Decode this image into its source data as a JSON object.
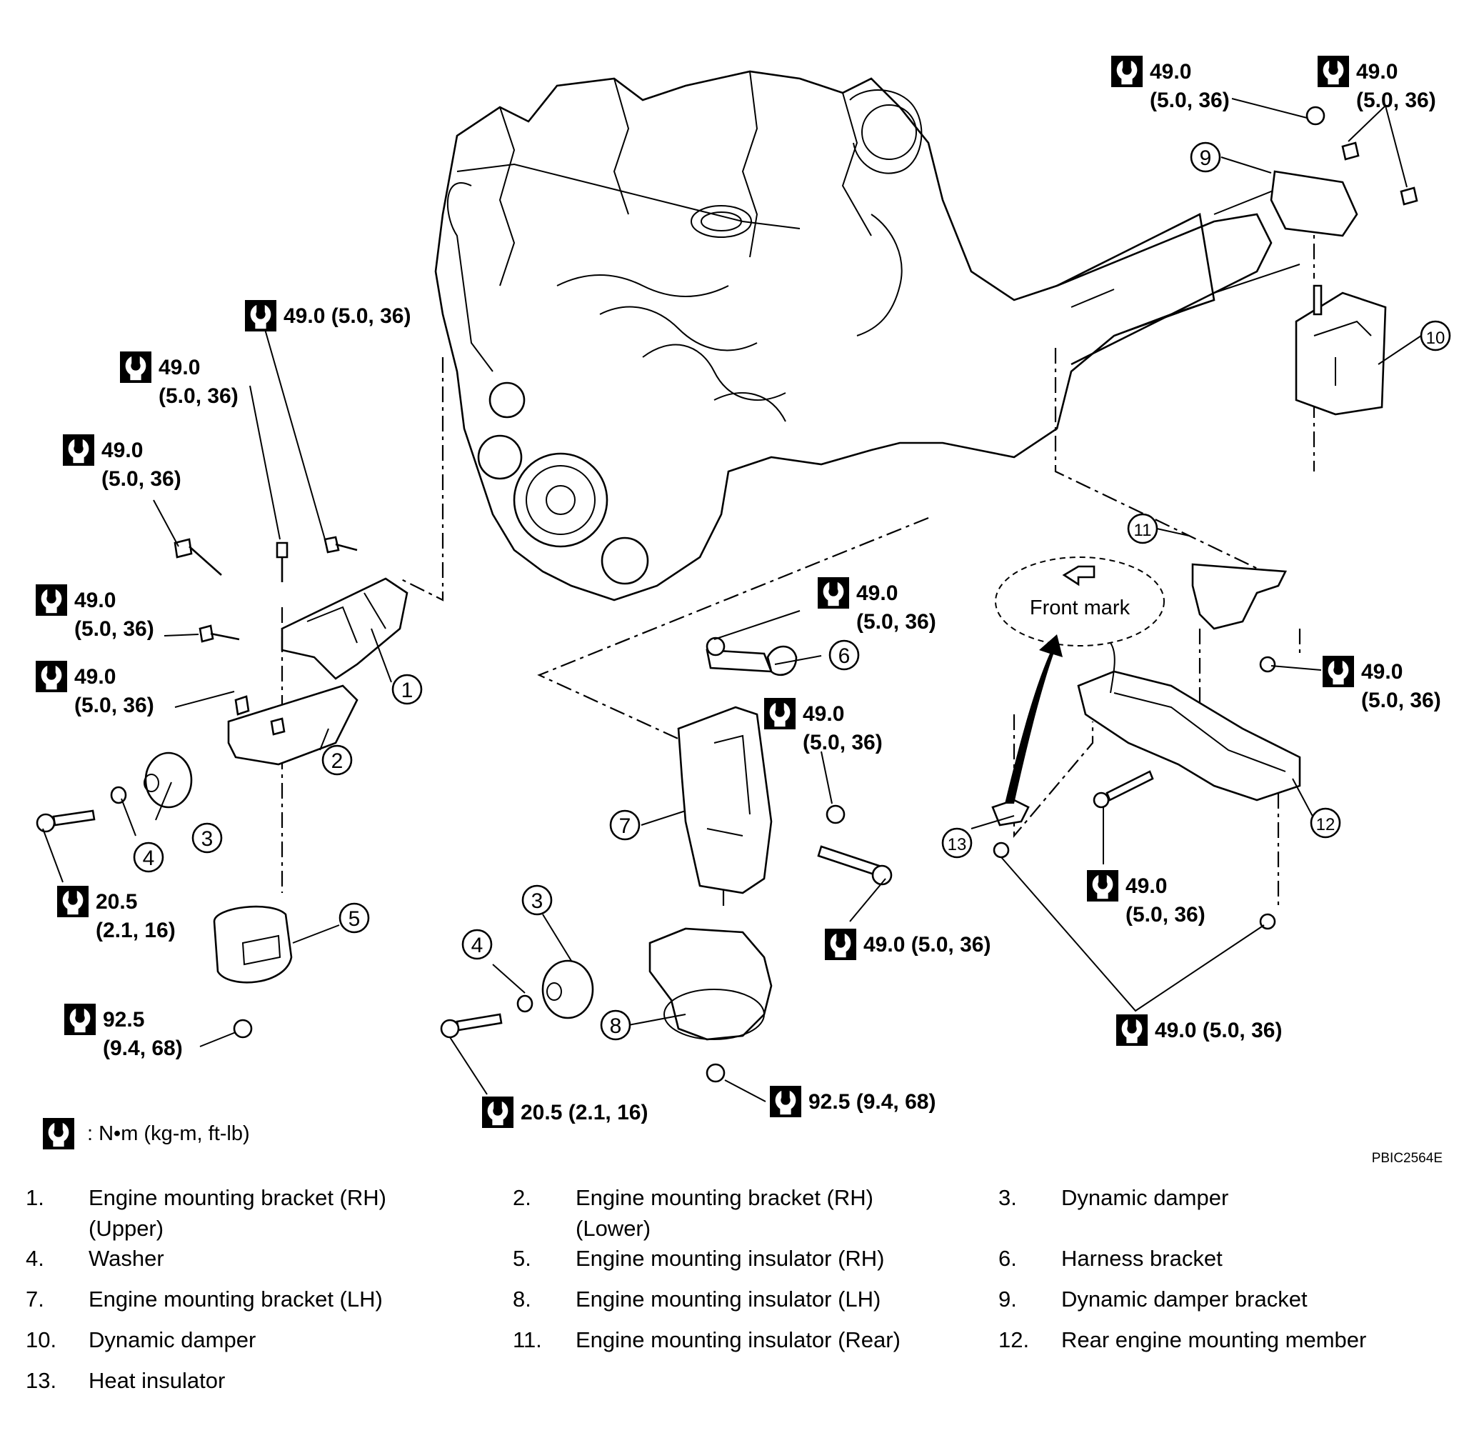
{
  "torque_callouts": [
    {
      "line1": "49.0",
      "line2": "(5.0, 36)"
    },
    {
      "line1": "49.0",
      "line2": "(5.0, 36)"
    },
    {
      "line1": "49.0 (5.0, 36)",
      "line2": ""
    },
    {
      "line1": "49.0",
      "line2": "(5.0, 36)"
    },
    {
      "line1": "49.0",
      "line2": "(5.0, 36)"
    },
    {
      "line1": "49.0",
      "line2": "(5.0, 36)"
    },
    {
      "line1": "49.0",
      "line2": "(5.0, 36)"
    },
    {
      "line1": "20.5",
      "line2": "(2.1, 16)"
    },
    {
      "line1": "92.5",
      "line2": "(9.4, 68)"
    },
    {
      "line1": "49.0",
      "line2": "(5.0, 36)"
    },
    {
      "line1": "49.0",
      "line2": "(5.0, 36)"
    },
    {
      "line1": "49.0 (5.0, 36)",
      "line2": ""
    },
    {
      "line1": "20.5 (2.1, 16)",
      "line2": ""
    },
    {
      "line1": "92.5 (9.4, 68)",
      "line2": ""
    },
    {
      "line1": "49.0",
      "line2": "(5.0, 36)"
    },
    {
      "line1": "49.0",
      "line2": "(5.0, 36)"
    },
    {
      "line1": "49.0 (5.0, 36)",
      "line2": ""
    }
  ],
  "callout_numbers": [
    "1",
    "2",
    "3",
    "4",
    "5",
    "6",
    "7",
    "3",
    "4",
    "8",
    "9",
    "10",
    "11",
    "12",
    "13"
  ],
  "front_mark_label": "Front mark",
  "unit_legend": ": N•m (kg-m, ft-lb)",
  "figure_code": "PBIC2564E",
  "icon": "torque-wrench-icon",
  "parts": [
    {
      "num": "1.",
      "name": "Engine mounting bracket (RH) (Upper)"
    },
    {
      "num": "2.",
      "name": "Engine mounting bracket (RH) (Lower)"
    },
    {
      "num": "3.",
      "name": "Dynamic damper"
    },
    {
      "num": "4.",
      "name": "Washer"
    },
    {
      "num": "5.",
      "name": "Engine mounting insulator (RH)"
    },
    {
      "num": "6.",
      "name": "Harness bracket"
    },
    {
      "num": "7.",
      "name": "Engine mounting bracket (LH)"
    },
    {
      "num": "8.",
      "name": "Engine mounting insulator (LH)"
    },
    {
      "num": "9.",
      "name": "Dynamic damper bracket"
    },
    {
      "num": "10.",
      "name": "Dynamic damper"
    },
    {
      "num": "11.",
      "name": "Engine mounting insulator (Rear)"
    },
    {
      "num": "12.",
      "name": "Rear engine mounting member"
    },
    {
      "num": "13.",
      "name": "Heat insulator"
    }
  ]
}
